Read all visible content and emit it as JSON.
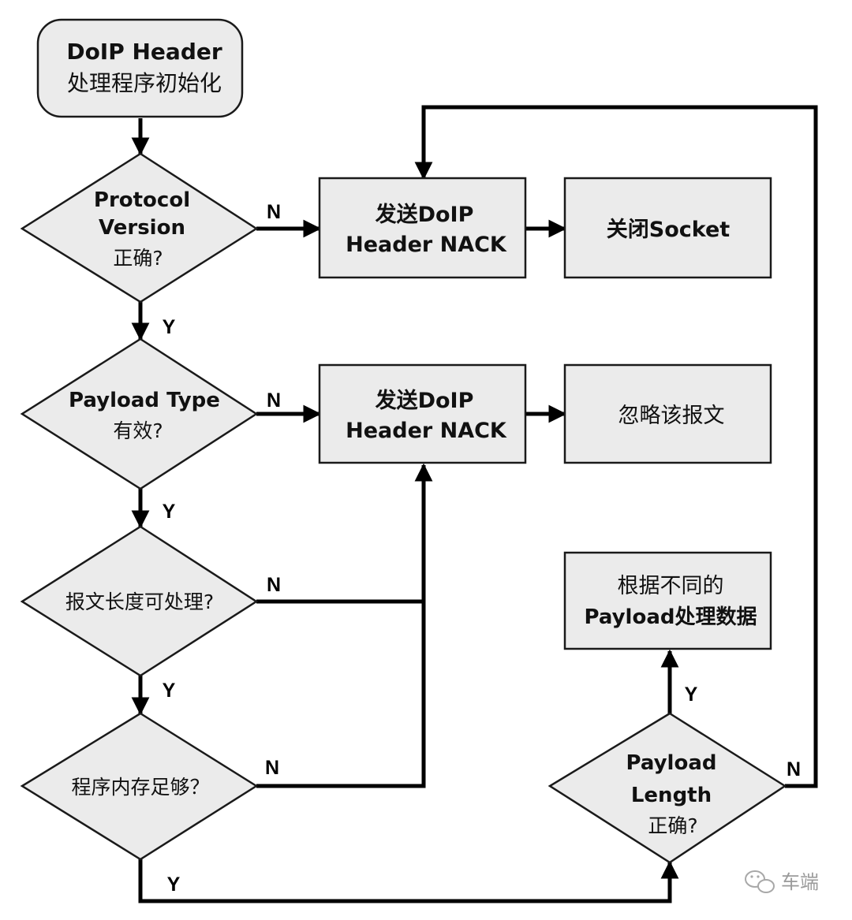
{
  "nodes": {
    "init": {
      "line1": "DoIP Header",
      "line2": "处理程序初始化"
    },
    "protocol_check": {
      "line1": "Protocol",
      "line2": "Version",
      "line3": "正确?"
    },
    "payload_type_check": {
      "line1": "Payload Type",
      "line2": "有效?"
    },
    "length_check": {
      "line1": "报文长度可处理?"
    },
    "memory_check": {
      "line1": "程序内存足够？"
    },
    "nack_1": {
      "line1": "发送DoIP",
      "line2": "Header NACK"
    },
    "close_socket": {
      "line1": "关闭Socket"
    },
    "nack_2": {
      "line1": "发送DoIP",
      "line2": "Header NACK"
    },
    "ignore": {
      "line1": "忽略该报文"
    },
    "process": {
      "line1": "根据不同的",
      "line2": "Payload处理数据"
    },
    "payload_length_check": {
      "line1": "Payload",
      "line2": "Length",
      "line3": "正确?"
    }
  },
  "edge_labels": {
    "protocol_no": "N",
    "protocol_yes": "Y",
    "type_no": "N",
    "type_yes": "Y",
    "length_no": "N",
    "length_yes": "Y",
    "memory_no": "N",
    "memory_yes": "Y",
    "payload_length_yes": "Y",
    "payload_length_no": "N"
  },
  "watermark": {
    "text": "车端",
    "icon": "wechat-icon"
  }
}
